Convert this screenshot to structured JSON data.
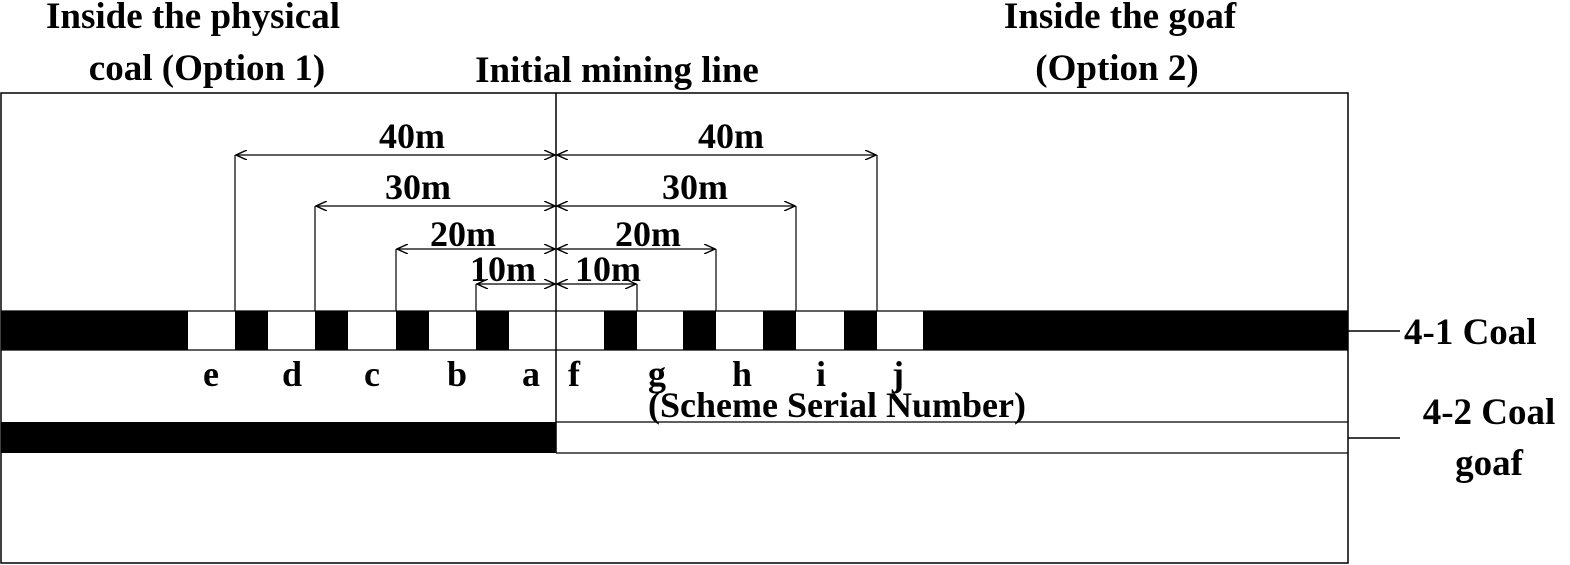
{
  "headings": {
    "left_line1": "Inside the physical",
    "left_line2": "coal (Option 1)",
    "center": "Initial mining line",
    "right_line1": "Inside the goaf",
    "right_line2": "(Option 2)"
  },
  "dimensions_left": [
    "40m",
    "30m",
    "20m",
    "10m"
  ],
  "dimensions_right": [
    "40m",
    "30m",
    "20m",
    "10m"
  ],
  "schemes_left": [
    "e",
    "d",
    "c",
    "b",
    "a"
  ],
  "schemes_right": [
    "f",
    "g",
    "h",
    "i",
    "j"
  ],
  "scheme_caption": "(Scheme Serial Number)",
  "seams": {
    "upper": "4-1 Coal",
    "lower_line1": "4-2 Coal",
    "lower_line2": "goaf"
  },
  "colors": {
    "coal": "#000000",
    "background": "#ffffff",
    "line": "#000000"
  }
}
